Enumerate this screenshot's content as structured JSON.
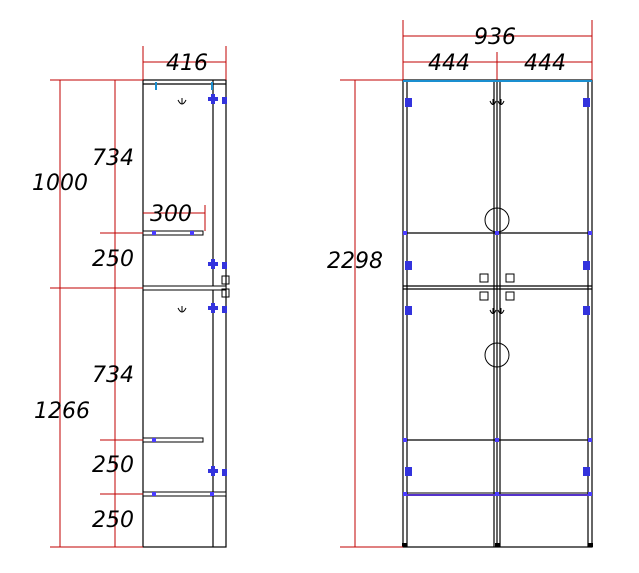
{
  "colors": {
    "dimension": "#c00000",
    "outline": "#000000",
    "hardware": "#3333dd"
  },
  "side_view": {
    "width_label": "416",
    "shelf_depth_label": "300",
    "upper_section_label": "1000",
    "lower_section_label": "1266",
    "segments": [
      "734",
      "250",
      "734",
      "250",
      "250"
    ]
  },
  "front_view": {
    "total_width_label": "936",
    "left_bay_label": "444",
    "right_bay_label": "444",
    "height_label": "2298"
  },
  "icons": [
    "hook-icon",
    "hinge-icon",
    "lock-icon",
    "handle-icon"
  ]
}
